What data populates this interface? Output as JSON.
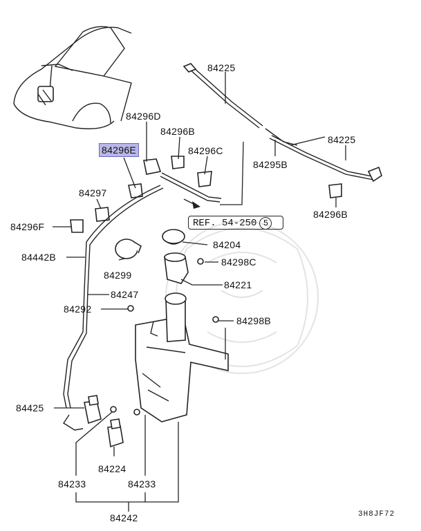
{
  "labels": {
    "p84225_top": "84225",
    "p84296D": "84296D",
    "p84296E": "84296E",
    "p84296B_top": "84296B",
    "p84296C": "84296C",
    "p84295B": "84295B",
    "p84225_right": "84225",
    "p84296B_right": "84296B",
    "p84297": "84297",
    "p84296F": "84296F",
    "p84442B": "84442B",
    "p84204": "84204",
    "p84298C": "84298C",
    "p84299": "84299",
    "p84221": "84221",
    "p84247": "84247",
    "p84292": "84292",
    "p84298B": "84298B",
    "p84425": "84425",
    "p84224": "84224",
    "p84233_left": "84233",
    "p84233_right": "84233",
    "p84242": "84242"
  },
  "reference": {
    "text": "REF. 54-250",
    "circled": "5"
  },
  "diagram_code": "3H8JF72",
  "colors": {
    "highlight_fill": "#b9b7e8",
    "highlight_border": "#6d68b8",
    "line": "#222222",
    "watermark": "#e3e3e3"
  }
}
